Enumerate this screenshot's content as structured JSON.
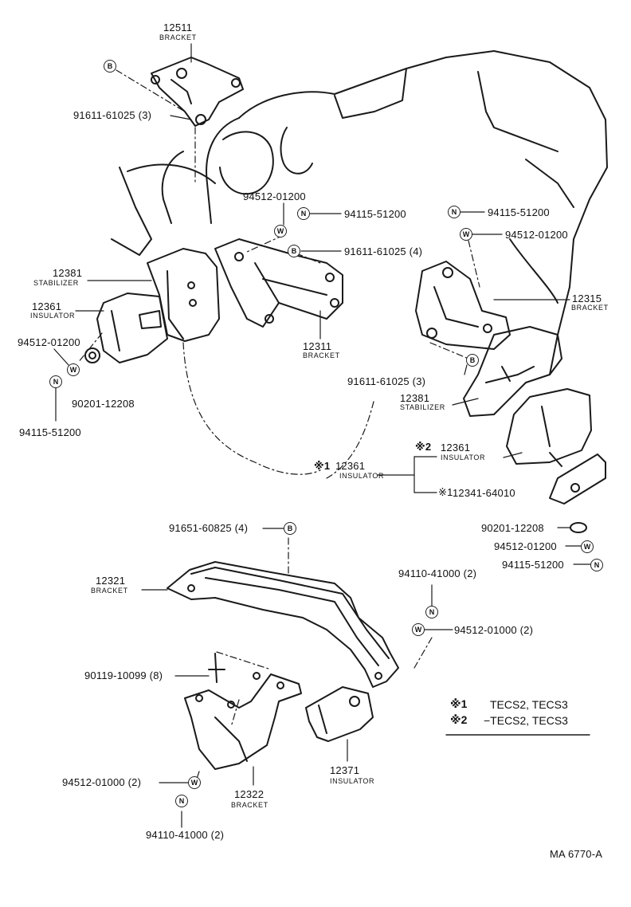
{
  "parts": {
    "p12511": {
      "number": "12511",
      "name": "BRACKET"
    },
    "p91611_top": {
      "number": "91611-61025 (3)"
    },
    "p94512_a": {
      "number": "94512-01200"
    },
    "p94115_a": {
      "number": "94115-51200"
    },
    "p91611_mid": {
      "number": "91611-61025 (4)"
    },
    "p94115_b": {
      "number": "94115-51200"
    },
    "p94512_b": {
      "number": "94512-01200"
    },
    "p12381_left": {
      "number": "12381",
      "name": "STABILIZER"
    },
    "p12361_left": {
      "number": "12361",
      "name": "INSULATOR"
    },
    "p94512_c": {
      "number": "94512-01200"
    },
    "p90201_left": {
      "number": "90201-12208"
    },
    "p94115_c": {
      "number": "94115-51200"
    },
    "p12311": {
      "number": "12311",
      "name": "BRACKET"
    },
    "p12315": {
      "number": "12315",
      "name": "BRACKET"
    },
    "p91611_right": {
      "number": "91611-61025 (3)"
    },
    "p12381_right": {
      "number": "12381",
      "name": "STABILIZER"
    },
    "p12361_star1": {
      "prefix": "※1",
      "number": "12361",
      "name": "INSULATOR"
    },
    "p12361_star2": {
      "prefix": "※2",
      "number": "12361",
      "name": "INSULATOR"
    },
    "p12341": {
      "prefix": "※1",
      "number": "12341-64010"
    },
    "p90201_right": {
      "number": "90201-12208"
    },
    "p94512_d": {
      "number": "94512-01200"
    },
    "p94115_d": {
      "number": "94115-51200"
    },
    "p91651": {
      "number": "91651-60825 (4)"
    },
    "p12321": {
      "number": "12321",
      "name": "BRACKET"
    },
    "p94110_a": {
      "number": "94110-41000 (2)"
    },
    "p94512_e": {
      "number": "94512-01000 (2)"
    },
    "p90119": {
      "number": "90119-10099 (8)"
    },
    "p94512_f": {
      "number": "94512-01000 (2)"
    },
    "p94110_b": {
      "number": "94110-41000 (2)"
    },
    "p12322": {
      "number": "12322",
      "name": "BRACKET"
    },
    "p12371": {
      "number": "12371",
      "name": "INSULATOR"
    }
  },
  "bubbles": {
    "B": "B",
    "N": "N",
    "W": "W"
  },
  "legend": {
    "row1_mark": "※1",
    "row1_text": "TECS2, TECS3",
    "row2_mark": "※2",
    "row2_text": "−TECS2, TECS3"
  },
  "diagram_code": "MA  6770-A"
}
